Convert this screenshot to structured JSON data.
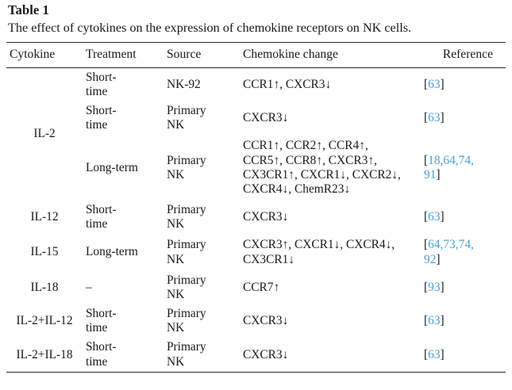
{
  "caption": {
    "label": "Table 1",
    "text": "The effect of cytokines on the expression of chemokine receptors on NK cells."
  },
  "colors": {
    "reference_link": "#4b9fd5",
    "text": "#1a1a1a",
    "rule": "#2a2a2a"
  },
  "table": {
    "headers": {
      "cytokine": "Cytokine",
      "treatment": "Treatment",
      "source": "Source",
      "change": "Chemokine change",
      "reference": "Reference"
    },
    "rows": [
      {
        "cytokine": "",
        "treatment_lines": [
          "Short-",
          "time"
        ],
        "source_lines": [
          "NK-92"
        ],
        "change_lines": [
          "CCR1↑, CXCR3↓"
        ],
        "reference_numbers": "63",
        "reference_text": "[63]"
      },
      {
        "cytokine": "",
        "treatment_lines": [
          "Short-",
          "time"
        ],
        "source_lines": [
          "Primary",
          "NK"
        ],
        "change_lines": [
          "CXCR3↓"
        ],
        "reference_numbers": "63",
        "reference_text": "[63]"
      },
      {
        "cytokine": "IL-2",
        "treatment_lines": [
          "Long-term"
        ],
        "source_lines": [
          "Primary",
          "NK"
        ],
        "change_lines": [
          "CCR1↑, CCR2↑, CCR4↑,",
          "CCR5↑, CCR8↑, CXCR3↑,",
          "CX3CR1↑, CXCR1↓, CXCR2↓,",
          "CXCR4↓, ChemR23↓"
        ],
        "reference_numbers": "18,64,74, 91",
        "reference_lines": [
          "18,64,74,",
          "91"
        ],
        "reference_text": "[18,64,74, 91]"
      },
      {
        "cytokine": "IL-12",
        "treatment_lines": [
          "Short-",
          "time"
        ],
        "source_lines": [
          "Primary",
          "NK"
        ],
        "change_lines": [
          "CXCR3↓"
        ],
        "reference_numbers": "63",
        "reference_text": "[63]"
      },
      {
        "cytokine": "IL-15",
        "treatment_lines": [
          "Long-term"
        ],
        "source_lines": [
          "Primary",
          "NK"
        ],
        "change_lines": [
          "CXCR3↑, CXCR1↓, CXCR4↓,",
          "CX3CR1↓"
        ],
        "reference_numbers": "64,73,74, 92",
        "reference_lines": [
          "64,73,74,",
          "92"
        ],
        "reference_text": "[64,73,74, 92]"
      },
      {
        "cytokine": "IL-18",
        "treatment_lines": [
          "–"
        ],
        "source_lines": [
          "Primary",
          "NK"
        ],
        "change_lines": [
          "CCR7↑"
        ],
        "reference_numbers": "93",
        "reference_text": "[93]"
      },
      {
        "cytokine": "IL-2+IL-12",
        "treatment_lines": [
          "Short-",
          "time"
        ],
        "source_lines": [
          "Primary",
          "NK"
        ],
        "change_lines": [
          "CXCR3↓"
        ],
        "reference_numbers": "63",
        "reference_text": "[63]"
      },
      {
        "cytokine": "IL-2+IL-18",
        "treatment_lines": [
          "Short-",
          "time"
        ],
        "source_lines": [
          "Primary",
          "NK"
        ],
        "change_lines": [
          "CXCR3↓"
        ],
        "reference_numbers": "63",
        "reference_text": "[63]"
      }
    ]
  }
}
